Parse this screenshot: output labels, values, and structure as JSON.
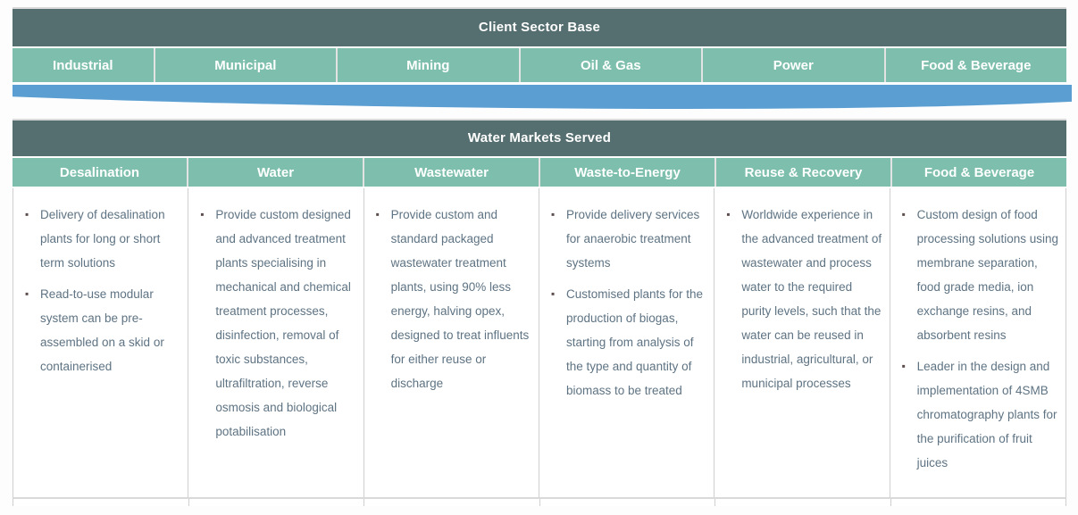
{
  "client_sector": {
    "title": "Client Sector Base",
    "sectors": [
      "Industrial",
      "Municipal",
      "Mining",
      "Oil & Gas",
      "Power",
      "Food & Beverage"
    ]
  },
  "water_markets": {
    "title": "Water Markets Served",
    "columns": [
      {
        "label": "Desalination",
        "bullets": [
          "Delivery of desalination plants for long or short term solutions",
          "Read-to-use modular system can be pre-assembled on a skid or containerised"
        ]
      },
      {
        "label": "Water",
        "bullets": [
          "Provide custom designed and advanced treatment plants specialising in mechanical and chemical treatment processes, disinfection, removal of toxic substances, ultrafiltration, reverse osmosis and biological potabilisation"
        ]
      },
      {
        "label": "Wastewater",
        "bullets": [
          "Provide custom and standard packaged wastewater treatment plants, using 90% less energy, halving opex, designed to treat influents for either reuse or discharge"
        ]
      },
      {
        "label": "Waste-to-Energy",
        "bullets": [
          "Provide delivery services for anaerobic treatment systems",
          "Customised plants for the production of biogas, starting from analysis of the type and quantity of biomass to be treated"
        ]
      },
      {
        "label": "Reuse & Recovery",
        "bullets": [
          "Worldwide experience in the advanced treatment of wastewater and process water to the required purity levels, such that the water can be reused in industrial, agricultural, or municipal processes"
        ]
      },
      {
        "label": "Food & Beverage",
        "bullets": [
          "Custom design of food processing solutions using membrane separation, food grade media, ion exchange resins, and absorbent resins",
          "Leader in the design and implementation of 4SMB chromatography plants for the purification of fruit juices"
        ]
      }
    ]
  },
  "colors": {
    "header_teal": "#556e70",
    "cell_green": "#7dbfac",
    "swoosh_blue": "#5b9fd2",
    "body_text": "#5e7383",
    "border_gray": "#d9d9d9"
  }
}
